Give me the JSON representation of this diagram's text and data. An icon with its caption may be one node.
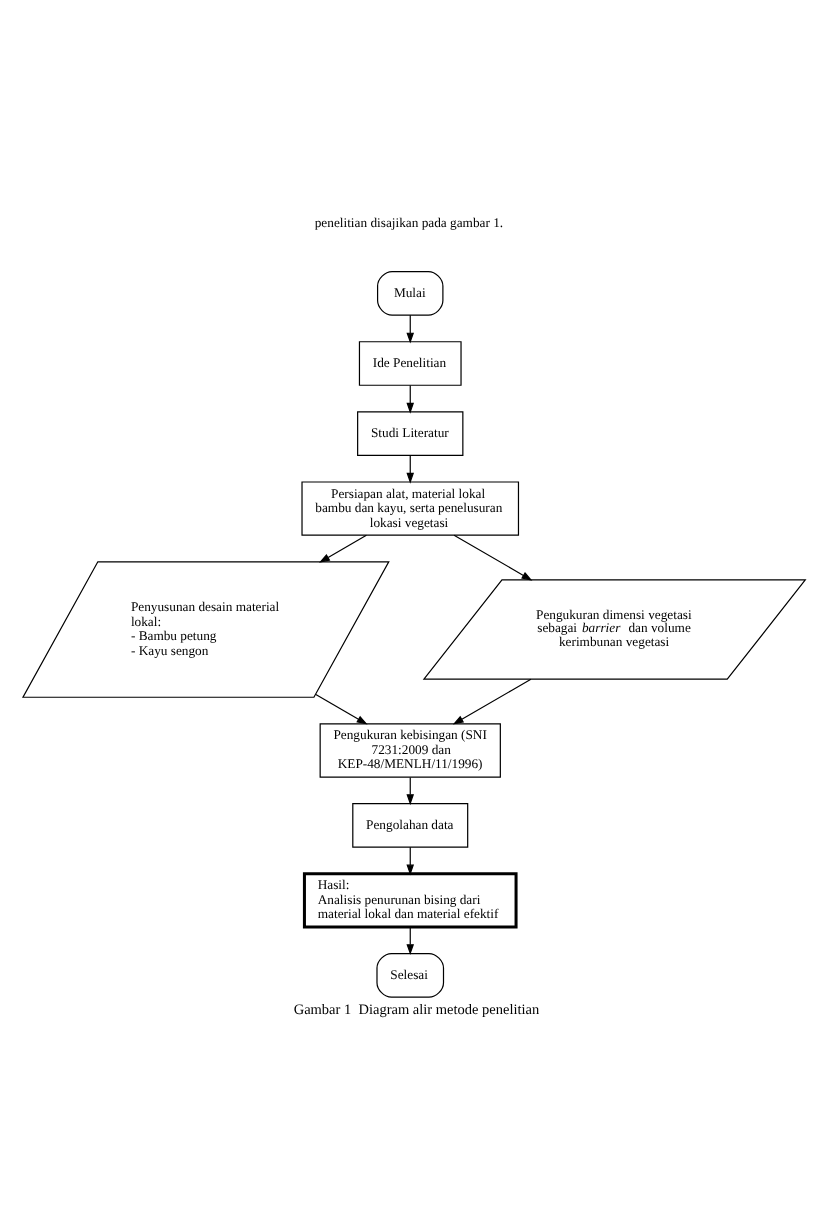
{
  "diagram": {
    "caption": "Gambar 1  Diagram alir metode penelitian",
    "nodes": [
      {
        "text": [
          "Mulai"
        ]
      },
      {
        "text": [
          "Ide Penelitian"
        ]
      },
      {
        "text": [
          "Studi Literatur"
        ]
      },
      {
        "text": [
          "Persiapan alat, material lokal bambu dan kayu, serta penelusuran lokasi vegetasi"
        ]
      },
      {
        "text": [
          "Penyusunan desain material lokal:",
          "- Bambu petung",
          "- Kayu sengon"
        ]
      },
      {
        "text": [
          "Pengukuran dimensi vegetasi sebagai *barrier* dan volume kerimbunan vegetasi"
        ]
      },
      {
        "text": [
          "Pengukuran kebisingan (SNI 7231:2009 dan KEP-48/MENLH/11/1996)"
        ]
      },
      {
        "text": [
          "Pengolahan data"
        ]
      },
      {
        "text": [
          "Hasil:",
          "Analisis penurunan bising dari material lokal dan material efektif"
        ]
      },
      {
        "text": [
          "Selesai"
        ]
      }
    ],
    "edges": [
      {
        "from": 0,
        "to": 1,
        "arrow": "to"
      },
      {
        "from": 1,
        "to": 2,
        "arrow": "to"
      },
      {
        "from": 2,
        "to": 3,
        "arrow": "to"
      },
      {
        "from": 3,
        "to": 4,
        "arrow": "to"
      },
      {
        "from": 3,
        "to": 5,
        "arrow": "to"
      },
      {
        "from": 4,
        "to": 6,
        "arrow": "to"
      },
      {
        "from": 5,
        "to": 6,
        "arrow": "to"
      },
      {
        "from": 6,
        "to": 7,
        "arrow": "to"
      },
      {
        "from": 7,
        "to": 8,
        "arrow": "to"
      },
      {
        "from": 8,
        "to": 9,
        "arrow": "to"
      }
    ],
    "labels": [
      "penelitian disajikan pada gambar 1."
    ]
  }
}
